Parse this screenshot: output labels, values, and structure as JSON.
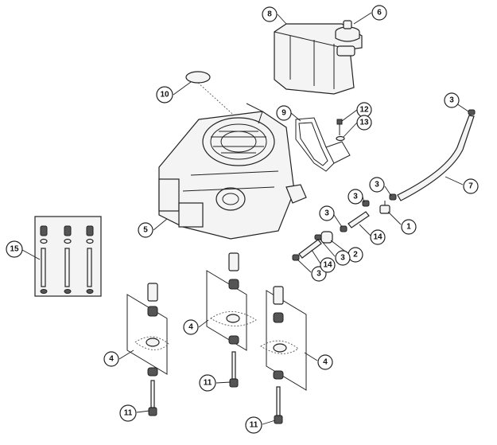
{
  "callouts": [
    {
      "id": "c1",
      "label": "1"
    },
    {
      "id": "c2",
      "label": "2"
    },
    {
      "id": "c3a",
      "label": "3"
    },
    {
      "id": "c3b",
      "label": "3"
    },
    {
      "id": "c3c",
      "label": "3"
    },
    {
      "id": "c3d",
      "label": "3"
    },
    {
      "id": "c3e",
      "label": "3"
    },
    {
      "id": "c3f",
      "label": "3"
    },
    {
      "id": "c4a",
      "label": "4"
    },
    {
      "id": "c4b",
      "label": "4"
    },
    {
      "id": "c4c",
      "label": "4"
    },
    {
      "id": "c5",
      "label": "5"
    },
    {
      "id": "c6",
      "label": "6"
    },
    {
      "id": "c7",
      "label": "7"
    },
    {
      "id": "c8",
      "label": "8"
    },
    {
      "id": "c9",
      "label": "9"
    },
    {
      "id": "c10",
      "label": "10"
    },
    {
      "id": "c11a",
      "label": "11"
    },
    {
      "id": "c11b",
      "label": "11"
    },
    {
      "id": "c11c",
      "label": "11"
    },
    {
      "id": "c12",
      "label": "12"
    },
    {
      "id": "c13",
      "label": "13"
    },
    {
      "id": "c14a",
      "label": "14"
    },
    {
      "id": "c14b",
      "label": "14"
    },
    {
      "id": "c15",
      "label": "15"
    }
  ]
}
